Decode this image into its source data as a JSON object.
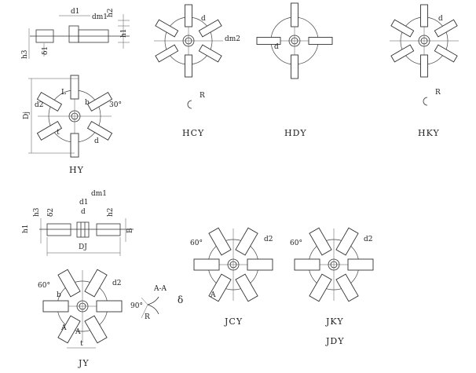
{
  "side_view_top": {
    "d1": "d1",
    "dm1": "dm1",
    "h2": "h2",
    "h1": "h1",
    "h3": "h3",
    "delta1": "δ1"
  },
  "hy": {
    "caption": "HY",
    "dj": "Dj",
    "d2": "d2",
    "l": "L",
    "b": "b",
    "angle": "30°",
    "t": "t",
    "d": "d"
  },
  "hcy": {
    "caption": "HCY",
    "d": "d",
    "dm2": "dm2",
    "r": "R"
  },
  "hdy": {
    "caption": "HDY",
    "d": "d"
  },
  "hky": {
    "caption": "HKY",
    "d": "d",
    "r": "R"
  },
  "side_view_bottom": {
    "dm1": "dm1",
    "d1": "d1",
    "d": "d",
    "h2": "h2",
    "h3": "h3",
    "delta2": "δ2",
    "h1": "h1",
    "b_cap": "B",
    "dj": "DJ"
  },
  "jy": {
    "caption": "JY",
    "angle": "60°",
    "d2": "d2",
    "b": "b",
    "a1": "A",
    "a2": "A",
    "t": "t"
  },
  "section_aa": {
    "title": "A-A",
    "angle": "90°",
    "r": "R",
    "delta": "δ"
  },
  "jcy": {
    "caption": "JCY",
    "angle": "60°",
    "d2": "d2",
    "a": "A"
  },
  "jky": {
    "caption1": "JKY",
    "caption2": "JDY",
    "angle": "60°",
    "d2": "d2"
  }
}
